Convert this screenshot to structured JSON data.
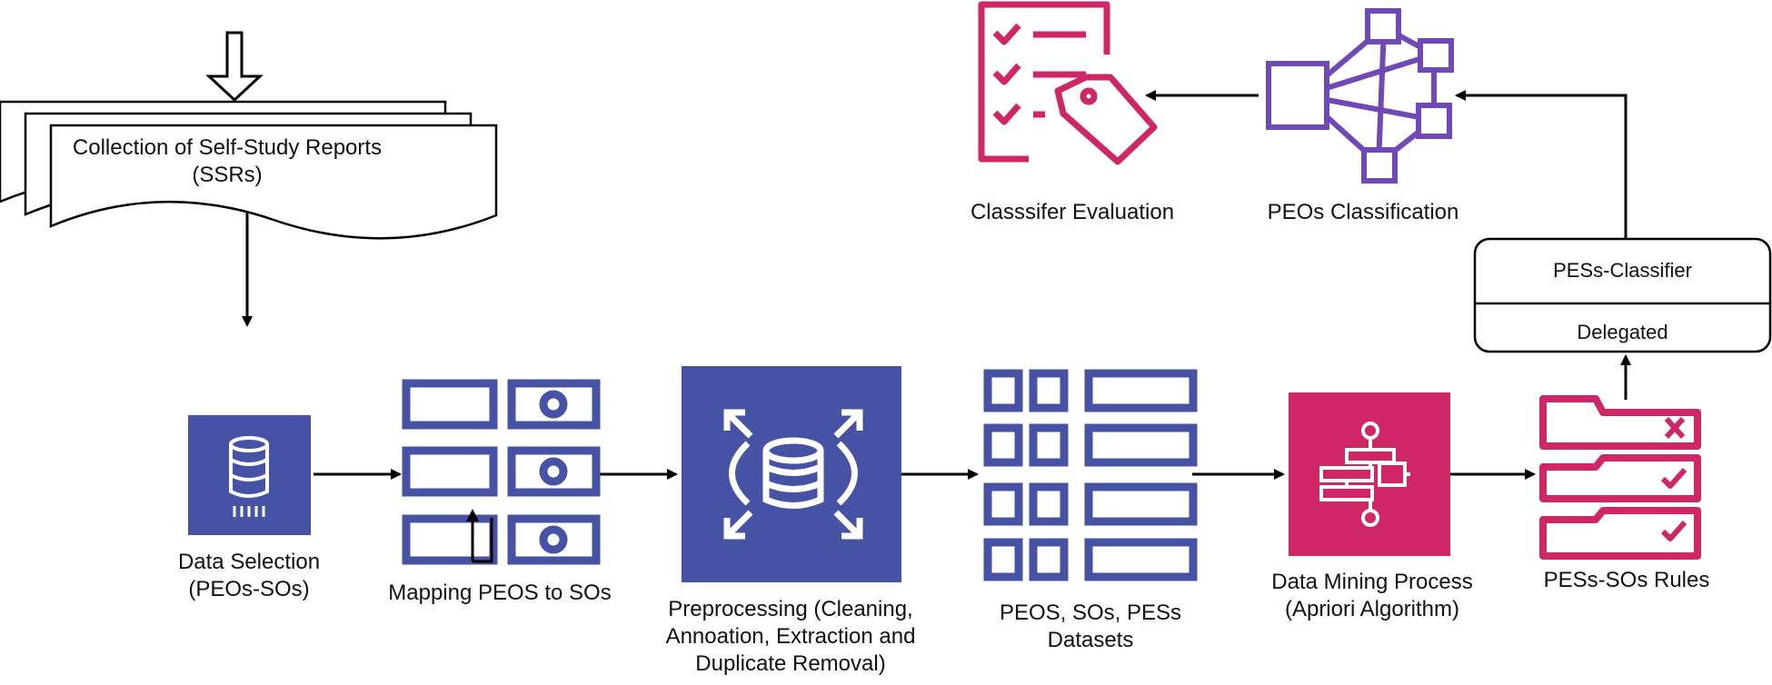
{
  "colors": {
    "blue": "#4653A4",
    "pink": "#CF2668",
    "purple": "#7048B7",
    "line": "#000000"
  },
  "nodes": {
    "ssr_collection": {
      "label": "Collection of Self-Study Reports\n(SSRs)",
      "icon": "multi-document-icon"
    },
    "data_selection": {
      "label": "Data Selection\n(PEOs-SOs)",
      "icon": "database-icon"
    },
    "mapping": {
      "label": "Mapping PEOS to SOs",
      "icon": "mapping-grid-icon"
    },
    "preprocessing": {
      "label": "Preprocessing (Cleaning,\nAnnoation, Extraction and\nDuplicate Removal)",
      "icon": "database-expand-icon"
    },
    "datasets": {
      "label": "PEOS, SOs, PESs\nDatasets",
      "icon": "dataset-table-icon"
    },
    "data_mining": {
      "label": "Data Mining Process\n(Apriori Algorithm)",
      "icon": "workflow-icon"
    },
    "rules": {
      "label": "PESs-SOs Rules",
      "icon": "rules-checklist-icon"
    },
    "classifier": {
      "title": "PESs-Classifier",
      "subtitle": "Delegated"
    },
    "peos_classification": {
      "label": "PEOs Classification",
      "icon": "network-icon"
    },
    "evaluation": {
      "label": "Classsifer Evaluation",
      "icon": "checklist-tag-icon"
    }
  }
}
